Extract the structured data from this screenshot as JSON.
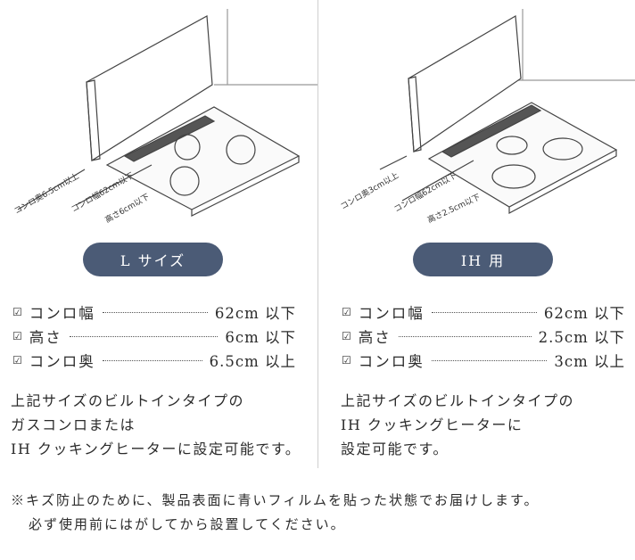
{
  "left": {
    "illustration": {
      "labels": [
        "コンロ奥6.5cm以上",
        "コンロ幅62cm以下",
        "高さ6cm以下"
      ]
    },
    "badge": "L サイズ",
    "specs": [
      {
        "label": "コンロ幅",
        "value": "62cm 以下"
      },
      {
        "label": "高さ",
        "value": "6cm 以下"
      },
      {
        "label": "コンロ奥",
        "value": "6.5cm 以上"
      }
    ],
    "description": [
      "上記サイズのビルトインタイプの",
      "ガスコンロまたは",
      "IH クッキングヒーターに設定可能です。"
    ]
  },
  "right": {
    "illustration": {
      "labels": [
        "コンロ奥3cm以上",
        "コンロ幅62cm以下",
        "高さ2.5cm以下"
      ]
    },
    "badge": "IH 用",
    "specs": [
      {
        "label": "コンロ幅",
        "value": "62cm 以下"
      },
      {
        "label": "高さ",
        "value": "2.5cm 以下"
      },
      {
        "label": "コンロ奥",
        "value": "3cm 以上"
      }
    ],
    "description": [
      "上記サイズのビルトインタイプの",
      "IH クッキングヒーターに",
      "設定可能です。"
    ]
  },
  "check_icon": "☑",
  "note": [
    "※キズ防止のために、製品表面に青いフィルムを貼った状態でお届けします。",
    "必ず使用前にはがしてから設置してください。"
  ],
  "colors": {
    "badge": "#4b5b76",
    "text": "#2b2b2b"
  }
}
